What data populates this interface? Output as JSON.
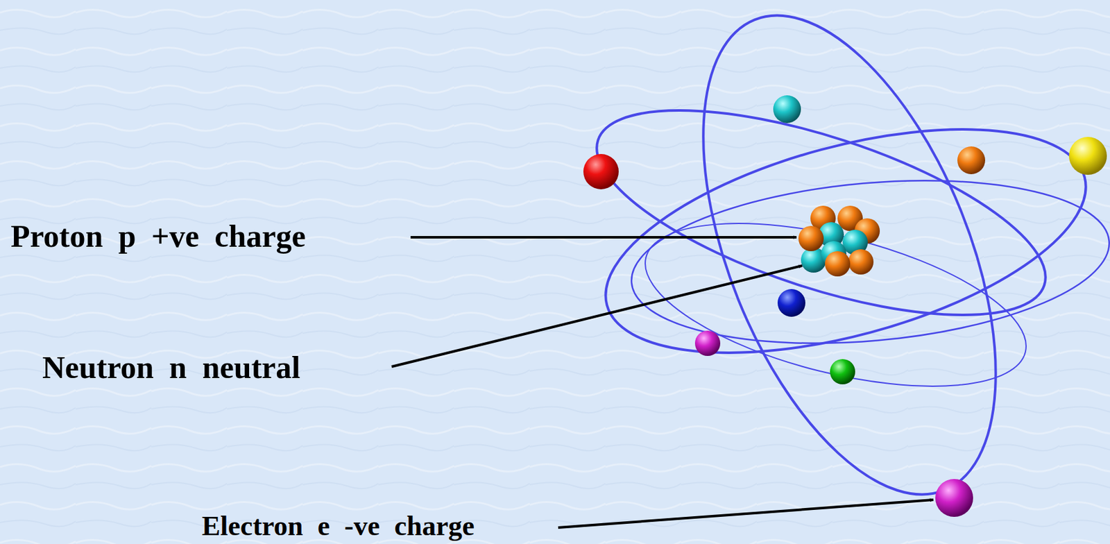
{
  "diagram": {
    "labels": [
      "Proton p +ve charge",
      "Neutron n neutral",
      "Electron e -ve charge"
    ]
  }
}
